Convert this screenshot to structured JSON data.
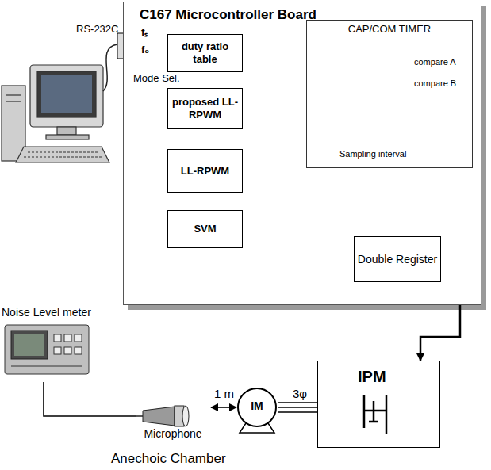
{
  "diagram": {
    "nodes": [
      {
        "text": [
          "C167 Microcontroller Board"
        ]
      },
      {
        "text": [
          "duty ratio table"
        ],
        "in": 0
      },
      {
        "text": [
          "proposed LL-RPWM"
        ],
        "in": 0
      },
      {
        "text": [
          "LL-RPWM"
        ],
        "in": 0
      },
      {
        "text": [
          "SVM"
        ],
        "in": 0
      },
      {
        "text": [
          "CAP/COM TIMER"
        ],
        "in": 0
      },
      {
        "text": [
          "Double Register"
        ],
        "in": 0
      },
      {
        "text": [
          "Noise Level meter"
        ]
      },
      {
        "text": [
          "Microphone"
        ]
      },
      {
        "text": [
          "IM"
        ]
      },
      {
        "text": [
          "IPM"
        ]
      }
    ],
    "edges": [
      {
        "from": 1,
        "to": 6,
        "arrow": "to"
      },
      {
        "from": 2,
        "to": 6,
        "arrow": "to"
      },
      {
        "from": 3,
        "to": 6,
        "arrow": "to"
      },
      {
        "from": 4,
        "to": 6,
        "arrow": "to"
      },
      {
        "from": 6,
        "to": 5,
        "arrow": "to"
      },
      {
        "from": 5,
        "to": 10,
        "arrow": "to"
      },
      {
        "from": 10,
        "to": 9,
        "label": "3φ",
        "arrow": "none"
      },
      {
        "from": 8,
        "to": 9,
        "label": "1 m",
        "arrow": "both"
      },
      {
        "from": 7,
        "to": 8,
        "arrow": "none"
      }
    ],
    "labels": [
      "RS-232C",
      "fₛ",
      "f₀",
      "Mode Sel.",
      "compare A",
      "compare B",
      "Sampling interval",
      "Anechoic Chamber"
    ]
  }
}
